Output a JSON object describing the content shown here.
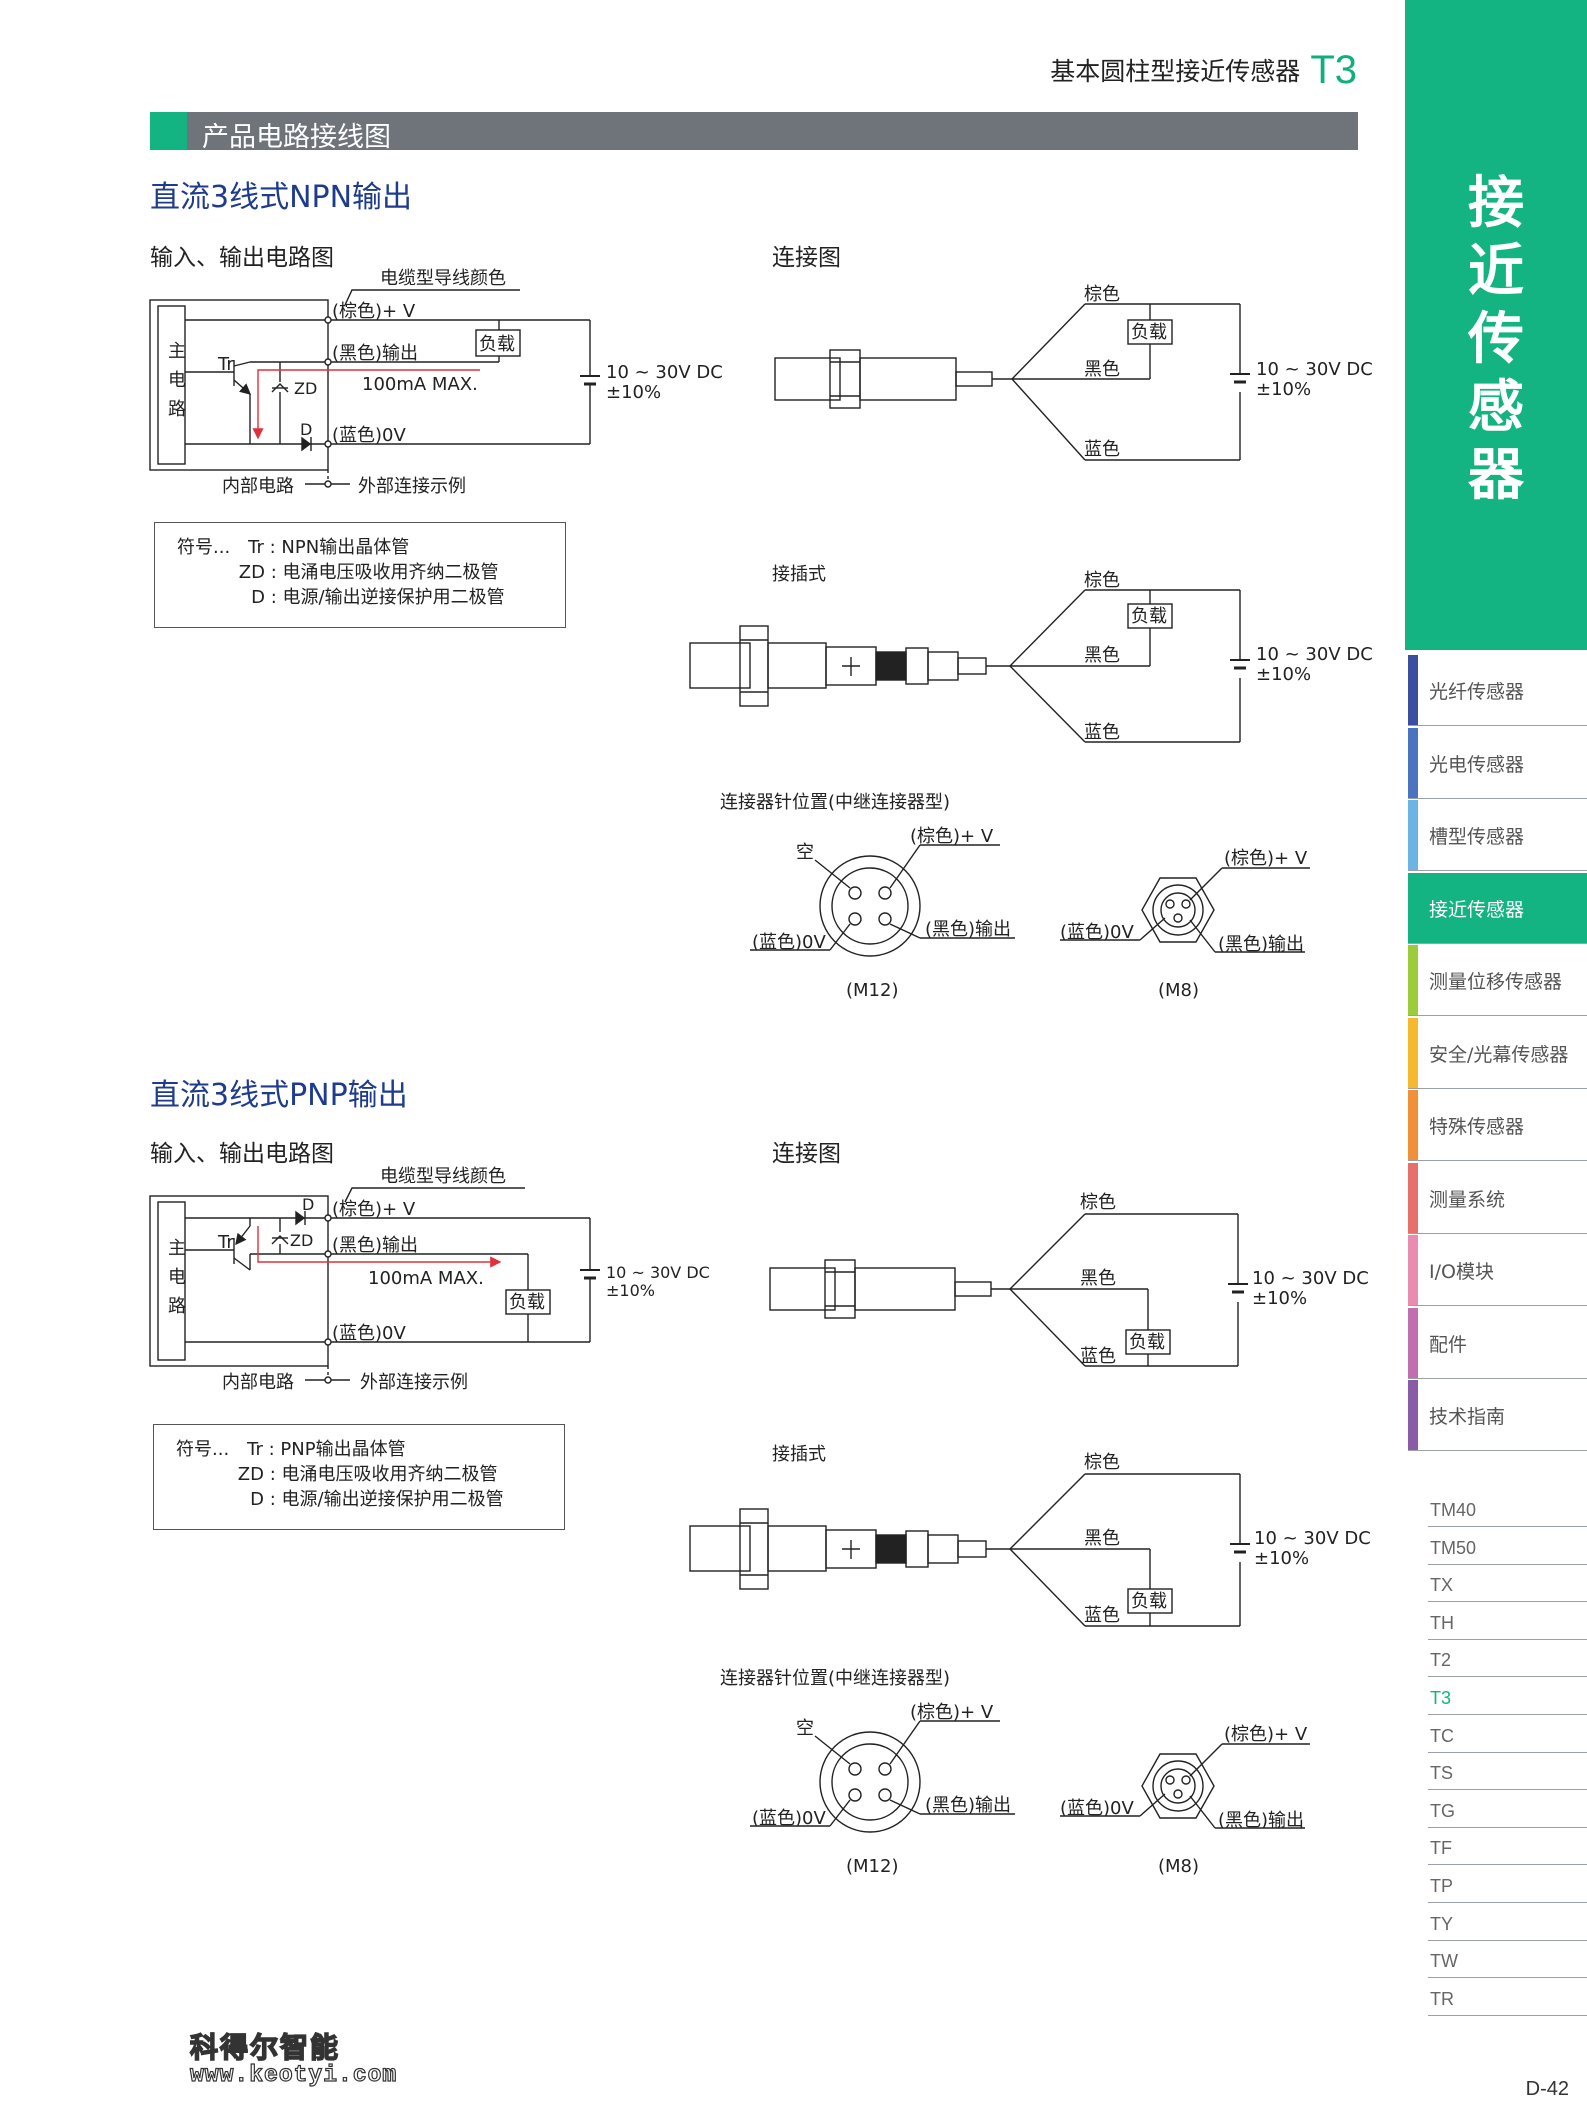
{
  "header": {
    "title": "基本圆柱型接近传感器",
    "code": "T3"
  },
  "section_bar": "产品电路接线图",
  "npn": {
    "heading": "直流3线式NPN输出",
    "circuit_heading": "输入、输出电路图",
    "connection_heading": "连接图",
    "cable_color_label": "电缆型导线颜色",
    "main_circuit": [
      "主",
      "电",
      "路"
    ],
    "tr": "Tr",
    "zd": "ZD",
    "d": "D",
    "brown_v": "(棕色)+ V",
    "black_out": "(黑色)输出",
    "blue_0v": "(蓝色)0V",
    "max_current": "100mA MAX.",
    "load": "负载",
    "supply": [
      "10 ~ 30V DC",
      "±10%"
    ],
    "internal": "内部电路",
    "external": "外部连接示例",
    "symbols": {
      "prefix": "符号...",
      "rows": [
        [
          "Tr",
          "NPN输出晶体管"
        ],
        [
          "ZD",
          "电涌电压吸收用齐纳二极管"
        ],
        [
          "D",
          "电源/输出逆接保护用二极管"
        ]
      ]
    },
    "wire_brown": "棕色",
    "wire_black": "黑色",
    "wire_blue": "蓝色",
    "plug_heading": "接插式",
    "pin_heading": "连接器针位置(中继连接器型)",
    "pin_empty": "空",
    "pin_v": "(棕色)+ V",
    "pin_out": "(黑色)输出",
    "pin_0v": "(蓝色)0V",
    "m12": "(M12)",
    "m8": "(M8)"
  },
  "pnp": {
    "heading": "直流3线式PNP输出",
    "circuit_heading": "输入、输出电路图",
    "connection_heading": "连接图",
    "cable_color_label": "电缆型导线颜色",
    "symbols": {
      "prefix": "符号...",
      "rows": [
        [
          "Tr",
          "PNP输出晶体管"
        ],
        [
          "ZD",
          "电涌电压吸收用齐纳二极管"
        ],
        [
          "D",
          "电源/输出逆接保护用二极管"
        ]
      ]
    },
    "plug_heading": "接插式",
    "pin_heading": "连接器针位置(中继连接器型)"
  },
  "sidebar": {
    "category": [
      "接",
      "近",
      "传",
      "感",
      "器"
    ],
    "items": [
      {
        "label": "光纤传感器",
        "color": "#3a4fa0"
      },
      {
        "label": "光电传感器",
        "color": "#4a74c0"
      },
      {
        "label": "槽型传感器",
        "color": "#6cb4e4"
      },
      {
        "label": "接近传感器",
        "color": "#13b382",
        "active": true
      },
      {
        "label": "测量位移传感器",
        "color": "#9ccc3c"
      },
      {
        "label": "安全/光幕传感器",
        "color": "#f5b82e"
      },
      {
        "label": "特殊传感器",
        "color": "#f0913a"
      },
      {
        "label": "测量系统",
        "color": "#e8706a"
      },
      {
        "label": "I/O模块",
        "color": "#ea8cb0"
      },
      {
        "label": "配件",
        "color": "#c070b0"
      },
      {
        "label": "技术指南",
        "color": "#8a5ca8"
      }
    ],
    "models": [
      "TM40",
      "TM50",
      "TX",
      "TH",
      "T2",
      "T3",
      "TC",
      "TS",
      "TG",
      "TF",
      "TP",
      "TY",
      "TW",
      "TR"
    ],
    "active_model": "T3"
  },
  "page_number": "D-42",
  "watermark": [
    "科得尔智能",
    "www.keotyi.com"
  ],
  "colors": {
    "accent": "#13b382",
    "heading": "#1e3b8e",
    "bar": "#6f737a",
    "current": "#e0303a"
  }
}
